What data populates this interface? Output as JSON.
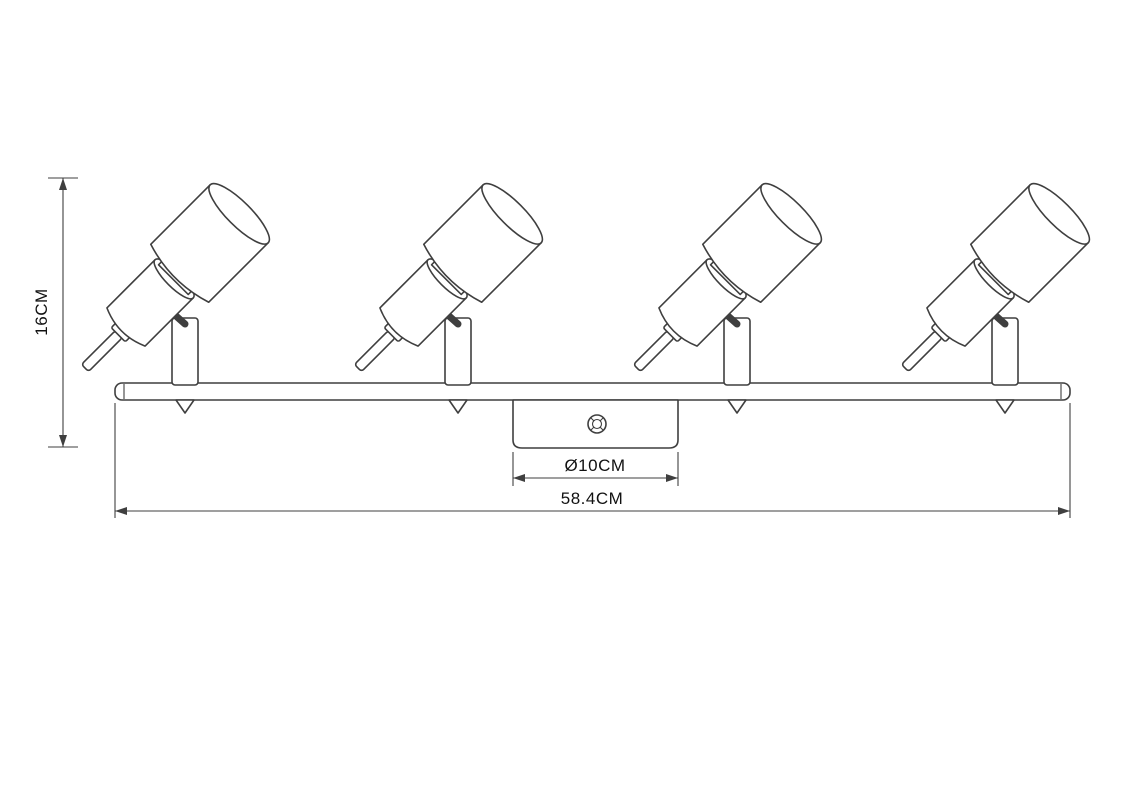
{
  "diagram": {
    "dimensions": {
      "height_label": "16CM",
      "canopy_width_label": "Ø10CM",
      "overall_width_label": "58.4CM"
    },
    "colors": {
      "line": "#3f3f3f",
      "text": "#111111",
      "background": "#ffffff"
    }
  }
}
